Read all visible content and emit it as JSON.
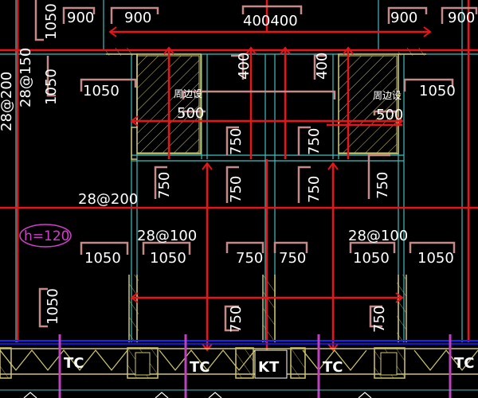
{
  "drawing": {
    "dims": {
      "d900a": "900",
      "d900b": "900",
      "d900c": "900",
      "d900d": "900",
      "d400400": "400400",
      "d1050_top_left_v": "1050",
      "d1050_left_v": "1050",
      "d1050_bottom_left_v": "1050",
      "d1050_left": "1050",
      "d1050_right": "1050",
      "d500a": "500",
      "d500b": "500",
      "d400a": "400",
      "d400b": "400",
      "d750_1": "750",
      "d750_2": "750",
      "d750_3": "750",
      "d750_4": "750",
      "d750_5": "750",
      "d750_6": "750",
      "d750_7": "750",
      "d750_8": "750",
      "d750_h1": "750",
      "d750_h2": "750",
      "d1050_r1": "1050",
      "d1050_r2": "1050",
      "d1050_r3": "1050",
      "d1050_r4": "1050"
    },
    "rebar": {
      "r28_150": "28@150",
      "r28_200_v": "28@200",
      "r28_200_h": "28@200",
      "r28_100_a": "28@100",
      "r28_100_b": "28@100"
    },
    "notes": {
      "slab": "h=120",
      "edge_a": "周边设",
      "edge_b": "周边设"
    },
    "tags": {
      "tc1": "TC",
      "tc2": "TC",
      "kt": "KT",
      "tc3": "TC",
      "tc4": "TC"
    },
    "colors": {
      "rebar": "#e8141a",
      "wall": "#cfc66a",
      "dim": "#c48a8a",
      "grid": "#3fbfbf",
      "note": "#d040c8",
      "blue": "#2020ff"
    }
  }
}
